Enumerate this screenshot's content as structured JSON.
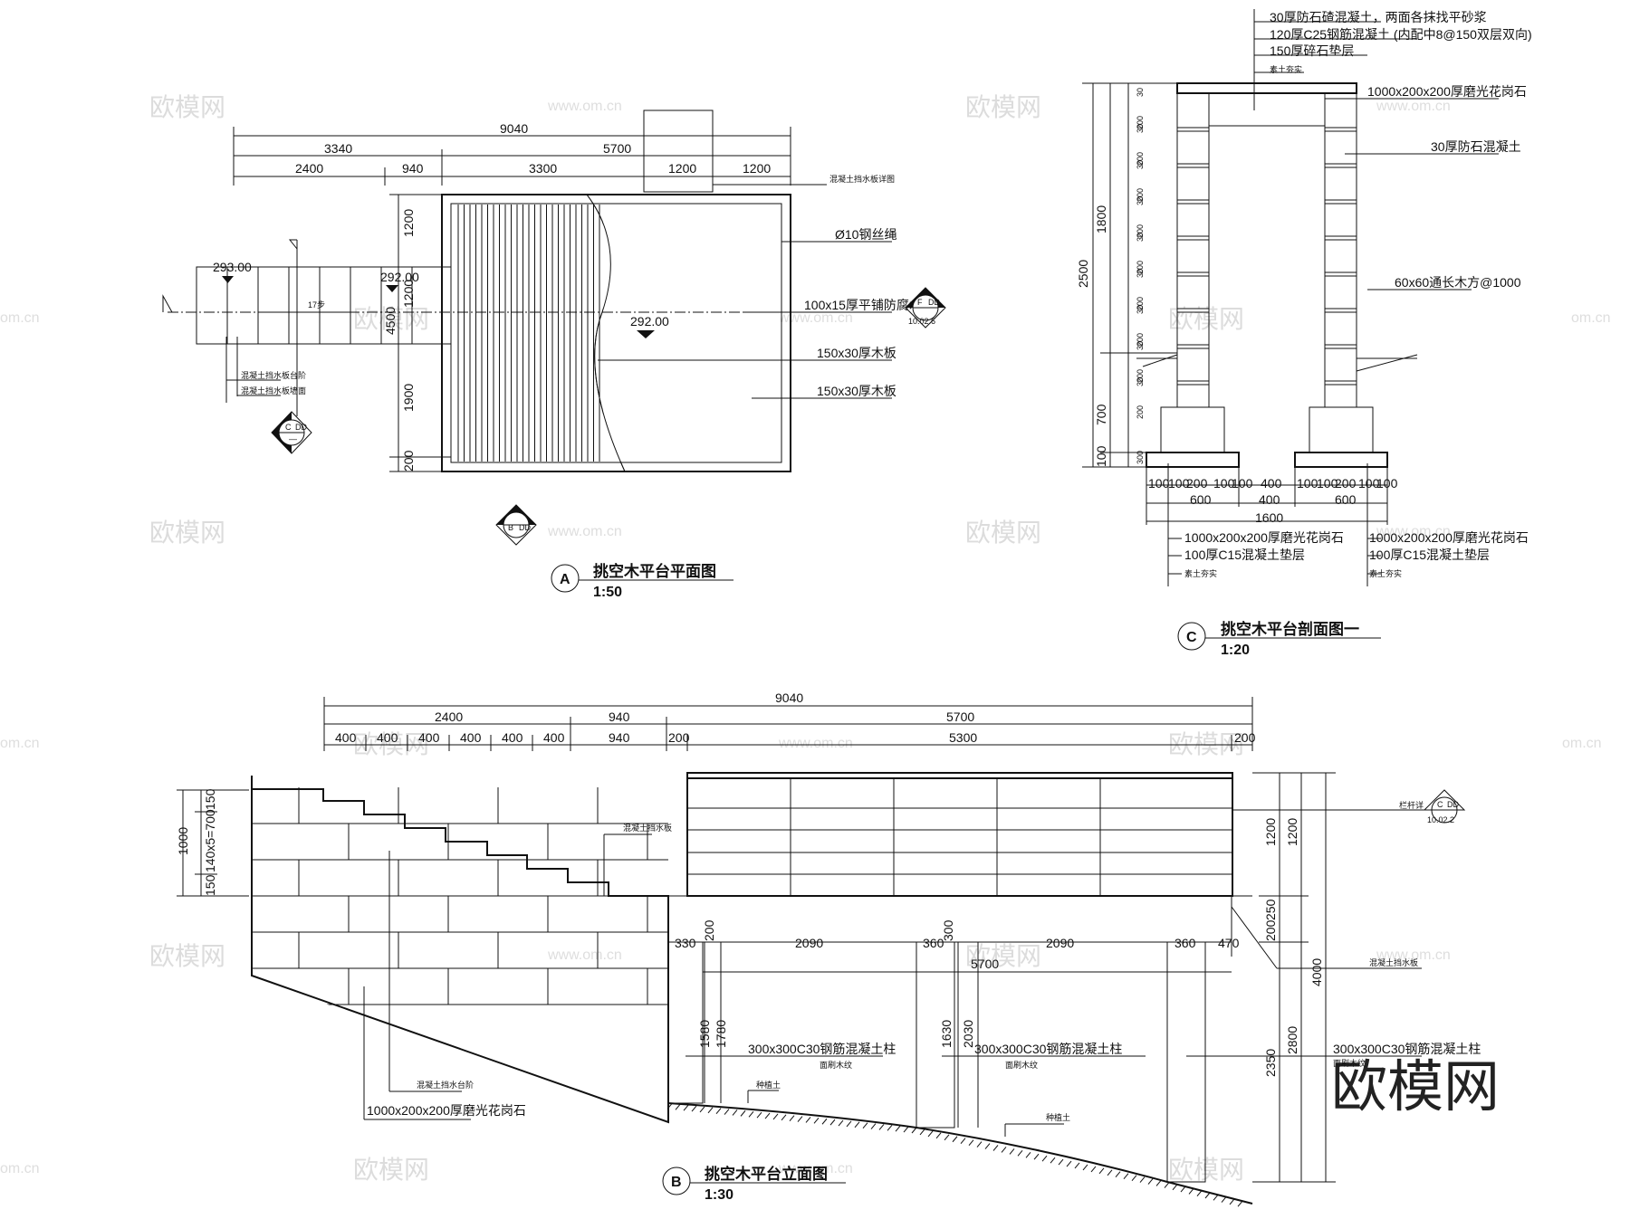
{
  "plan": {
    "title": "挑空木平台平面图",
    "scale": "1:50",
    "tag": "A",
    "dims_total": "9040",
    "dims_l1": [
      "3340",
      "5700"
    ],
    "dims_l2": [
      "2400",
      "940",
      "3300",
      "1200",
      "1200"
    ],
    "dims_v": [
      "1200",
      "4500",
      "1200",
      "1900",
      "200"
    ],
    "elev_left": "293.00",
    "elev_mid": "292.00",
    "elev_deck": "292.00",
    "step_note": "17步",
    "callouts": [
      "Ø10钢丝绳",
      "100x15厚平铺防腐木",
      "150x30厚木板",
      "150x30厚木板"
    ],
    "note_top": "混凝土挡水板详图",
    "left_notes": [
      "混凝土挡水板台阶",
      "混凝土挡水板墙面"
    ],
    "sym_c": {
      "id": "C",
      "ref": "DD",
      "sub": "—"
    },
    "sym_f": {
      "id": "F",
      "ref": "DD",
      "sub": "10.02.6"
    },
    "sym_b": {
      "id": "B",
      "ref": "DD"
    }
  },
  "section": {
    "title": "挑空木平台剖面图一",
    "scale": "1:20",
    "tag": "C",
    "top_notes": [
      "30厚防石碴混凝土，两面各抹找平砂浆",
      "120厚C25钢筋混凝土 (内配中8@150双层双向)",
      "150厚碎石垫层",
      "素土夯实"
    ],
    "right_notes": [
      "1000x200x200厚磨光花岗石",
      "30厚防石混凝土",
      "60x60通长木方@1000"
    ],
    "v_dims_outer": [
      "2500",
      "700",
      "100"
    ],
    "v_dims_inner": [
      "30",
      "200",
      "30",
      "200",
      "30",
      "200",
      "30",
      "200",
      "30",
      "200",
      "30",
      "200",
      "30",
      "200",
      "30",
      "200",
      "30",
      "200",
      "300"
    ],
    "v_dim_mid": "1800",
    "bottom_row1": [
      "100",
      "100",
      "200",
      "100",
      "100",
      "400",
      "100",
      "100",
      "200",
      "100",
      "100"
    ],
    "bottom_row2": [
      "600",
      "400",
      "600"
    ],
    "bottom_total": "1600",
    "bottom_notes_l": [
      "1000x200x200厚磨光花岗石",
      "100厚C15混凝土垫层",
      "素土夯实"
    ],
    "bottom_notes_r": [
      "1000x200x200厚磨光花岗石",
      "100厚C15混凝土垫层",
      "素土夯实"
    ]
  },
  "elevation": {
    "title": "挑空木平台立面图",
    "scale": "1:30",
    "tag": "B",
    "dims_total": "9040",
    "dims_l1": [
      "2400",
      "940",
      "5700"
    ],
    "dims_l2": [
      "400",
      "400",
      "400",
      "400",
      "400",
      "400",
      "940",
      "200",
      "5300",
      "200"
    ],
    "left_v": [
      "1000",
      "150",
      "140x5=700",
      "150"
    ],
    "right_v": [
      "1200",
      "1200",
      "250",
      "200",
      "4000",
      "2800",
      "2350"
    ],
    "inner_dims": [
      "330",
      "200",
      "2090",
      "360",
      "300",
      "2090",
      "360",
      "470",
      "5700",
      "1580",
      "1780",
      "1630",
      "2030"
    ],
    "notes": [
      "混凝土挡水板",
      "300x300C30钢筋混凝土柱",
      "面刷木纹",
      "种植土",
      "300x300C30钢筋混凝土柱",
      "面刷木纹",
      "种植土",
      "300x300C30钢筋混凝土柱",
      "面刷木纹",
      "混凝土挡水板",
      "混凝土挡水台阶",
      "1000x200x200厚磨光花岗石"
    ],
    "rail_note": "栏杆详",
    "sym_c": {
      "id": "C",
      "ref": "DD",
      "sub": "10.02.2"
    }
  },
  "watermark": {
    "brand": "欧模网",
    "url": "www.om.cn",
    "url_short": "om.cn"
  }
}
